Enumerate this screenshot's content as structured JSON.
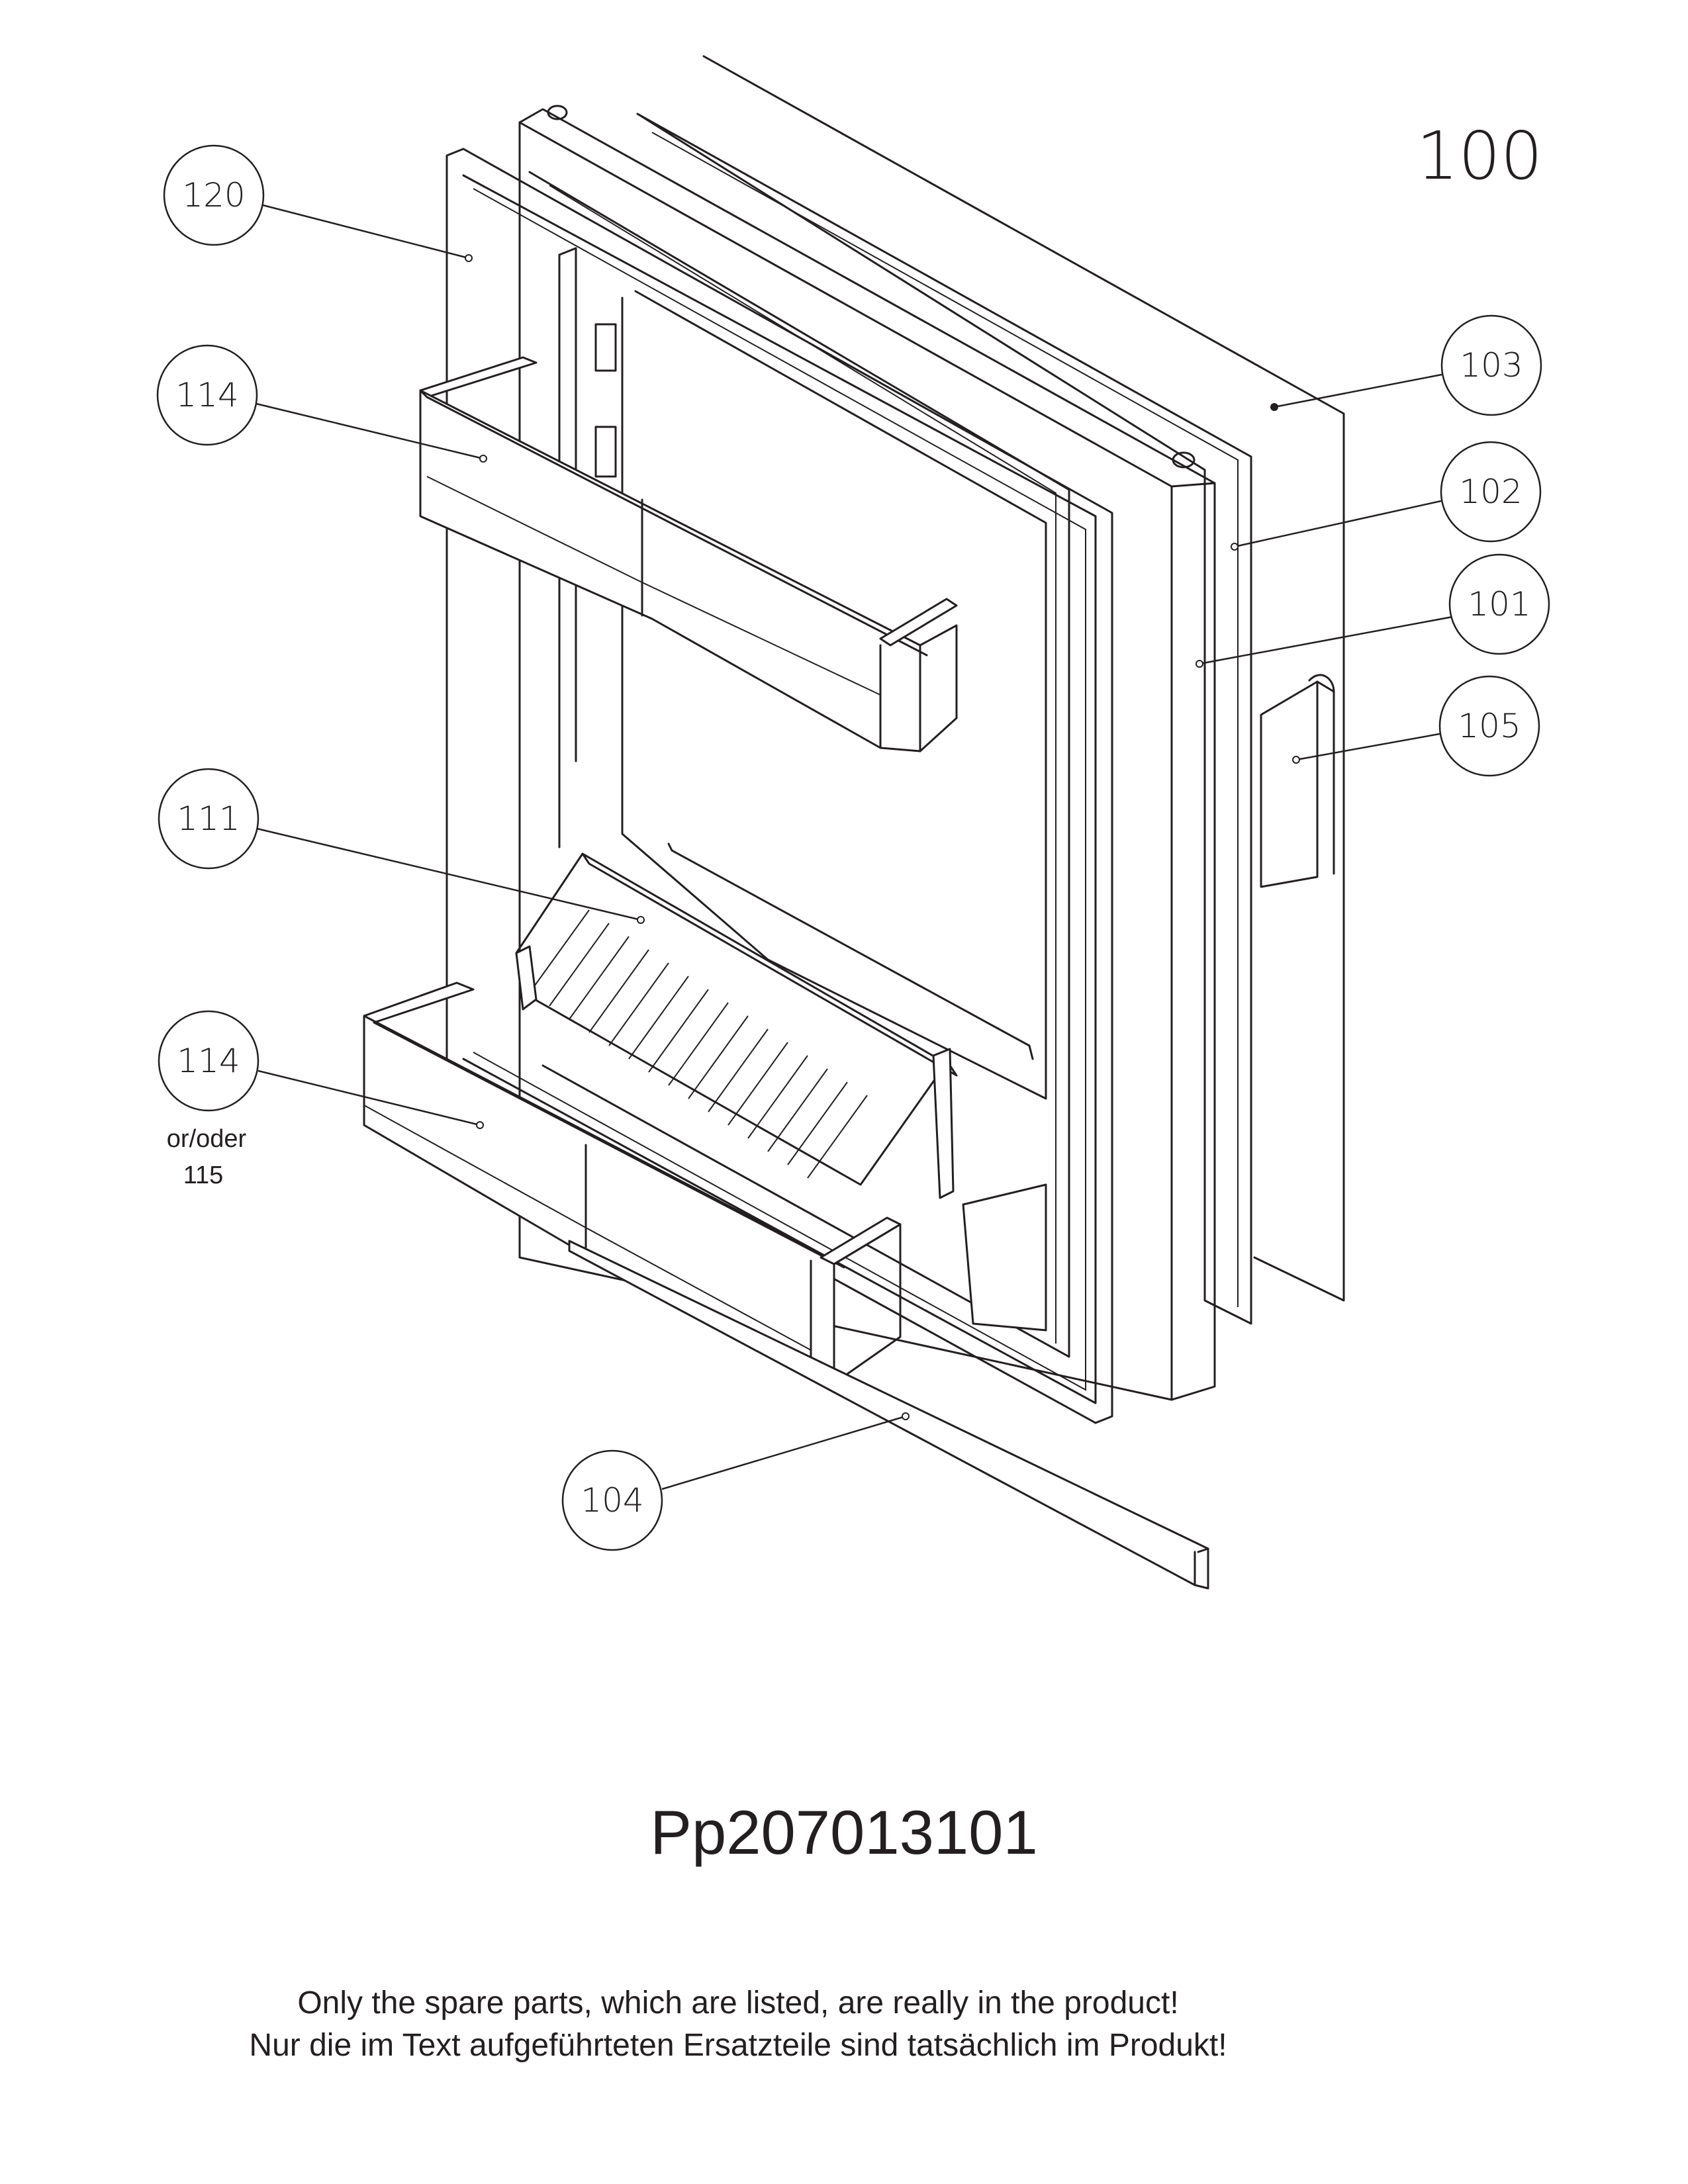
{
  "assembly": {
    "label": "100"
  },
  "callouts": [
    {
      "id": "120",
      "label": "120"
    },
    {
      "id": "114-top",
      "label": "114"
    },
    {
      "id": "111",
      "label": "111"
    },
    {
      "id": "114-bottom",
      "label": "114"
    },
    {
      "id": "103",
      "label": "103"
    },
    {
      "id": "102",
      "label": "102"
    },
    {
      "id": "101",
      "label": "101"
    },
    {
      "id": "105",
      "label": "105"
    },
    {
      "id": "104",
      "label": "104"
    }
  ],
  "alternative": {
    "line1": "or/oder",
    "line2": "115"
  },
  "part_number": "Pp207013101",
  "notice": {
    "en": "Only the spare parts, which are listed, are really in the product!",
    "de": "Nur die im Text aufgeführteten Ersatzteile sind tatsächlich im Produkt!"
  }
}
